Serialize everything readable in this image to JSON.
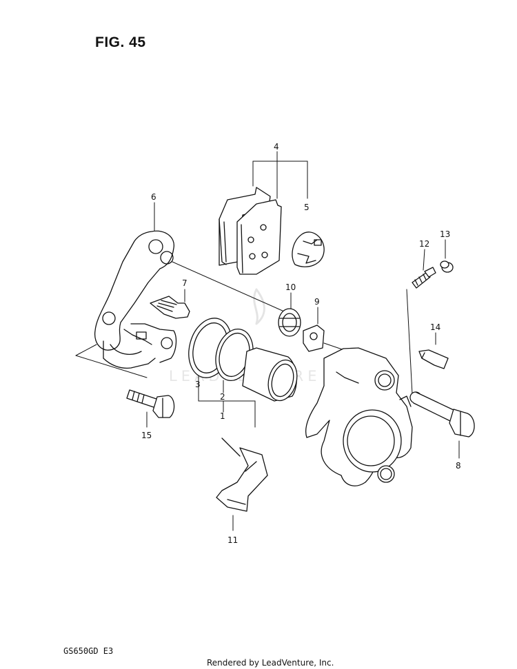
{
  "figure": {
    "title": "FIG. 45"
  },
  "footer": {
    "model": "GS650GD  E3",
    "credit": "Rendered by LeadVenture, Inc."
  },
  "watermark": {
    "text": "LEADVENTURE"
  },
  "callouts": [
    "4",
    "5",
    "6",
    "7",
    "10",
    "9",
    "12",
    "13",
    "14",
    "3",
    "2",
    "1",
    "15",
    "8",
    "11"
  ]
}
